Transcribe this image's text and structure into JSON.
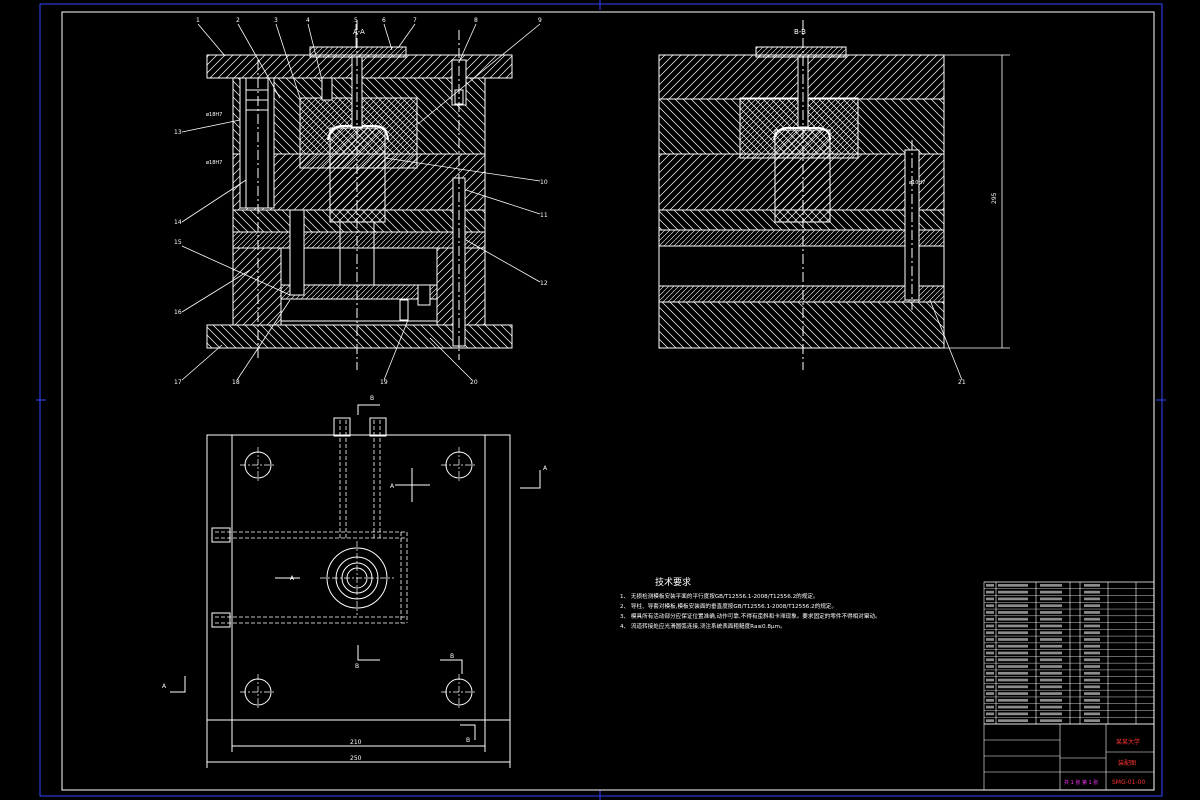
{
  "drawing": {
    "colors": {
      "background": "#000000",
      "frame": "#3344ff",
      "line": "#ffffff",
      "hatch": "#ffffff",
      "center": "#ffffff",
      "note_text": "#ffffff",
      "title_red": "#ff3333",
      "title_magenta": "#ff33ff",
      "table_cyan": "#33ffff",
      "dimension": "#ffffff"
    },
    "section_labels": {
      "front": "A-A",
      "side": "B-B",
      "plan_a": "A",
      "plan_b": "B"
    },
    "dimensions": {
      "plan_inner_width": "210",
      "plan_outer_width": "250",
      "side_height": "295"
    },
    "leader_numbers_top": [
      "1",
      "2",
      "3",
      "4",
      "5",
      "6",
      "7",
      "8",
      "9"
    ],
    "leader_numbers_right": [
      "10",
      "11",
      "12"
    ],
    "leader_numbers_left": [
      "13",
      "14",
      "15",
      "16",
      "17"
    ],
    "leader_numbers_bottom": [
      "18",
      "19",
      "20",
      "21"
    ],
    "small_notes": {
      "front_left_1": "ø18H7",
      "front_left_2": "ø18H7",
      "side_note": "ø10H7"
    },
    "technical_requirements": {
      "title": "技术要求",
      "items": [
        "1、 无损检测模板安装平面的平行度按GB/T12556.1-2008/T12556.2的规定。",
        "2、 导柱、导套对模板,模板安装面的垂直度按GB/T12556.1-2008/T12556.2的规定。",
        "3、 模具所有活动部分应保证位置准确,动作可靠,不得有歪斜和卡滞现象。要求固定的零件不得相对窜动。",
        "4、 流道转接处应光滑圆弧连接,浇注系统表面粗糙度Ra≤0.8μm。"
      ]
    },
    "title_block": {
      "school": "某某大学",
      "drawing_name": "装配图",
      "drawing_number": "SMG-01-00",
      "sheet": "共 1 张 第 1 张"
    },
    "parts_list_row_count": 21
  }
}
